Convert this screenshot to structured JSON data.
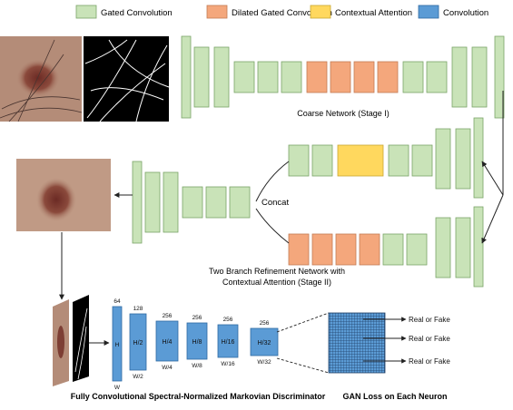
{
  "colors": {
    "gated": "#c9e3b8",
    "gated_stroke": "#7aa468",
    "dilated": "#f4a77c",
    "dilated_stroke": "#c47c55",
    "attention": "#ffd85e",
    "attention_stroke": "#c9a734",
    "conv": "#5b9bd5",
    "conv_stroke": "#2f6aa2",
    "arrow": "#222222",
    "text": "#111111",
    "skin": "#b48c78",
    "lesion": "#7d3e34",
    "mask": "#000000"
  },
  "legend": {
    "gated": "Gated Convolution",
    "dilated": "Dilated Gated Convolution",
    "attention": "Contextual Attention",
    "conv": "Convolution"
  },
  "labels": {
    "coarse": "Coarse Network (Stage I)",
    "refine_line1": "Two Branch Refinement Network with",
    "refine_line2": "Contextual Attention (Stage II)",
    "concat": "Concat",
    "discriminator": "Fully Convolutional Spectral-Normalized Markovian Discriminator",
    "gan_loss": "GAN Loss on Each Neuron"
  },
  "discriminator": {
    "channels": [
      "64",
      "128",
      "256",
      "256",
      "256",
      "256"
    ],
    "heights": [
      "H",
      "H/2",
      "H/4",
      "H/8",
      "H/16",
      "H/32"
    ],
    "widths": [
      "W",
      "W/2",
      "W/4",
      "W/8",
      "W/16",
      "W/32"
    ]
  },
  "outputs": [
    "Real or Fake",
    "Real or Fake",
    "Real or Fake"
  ]
}
